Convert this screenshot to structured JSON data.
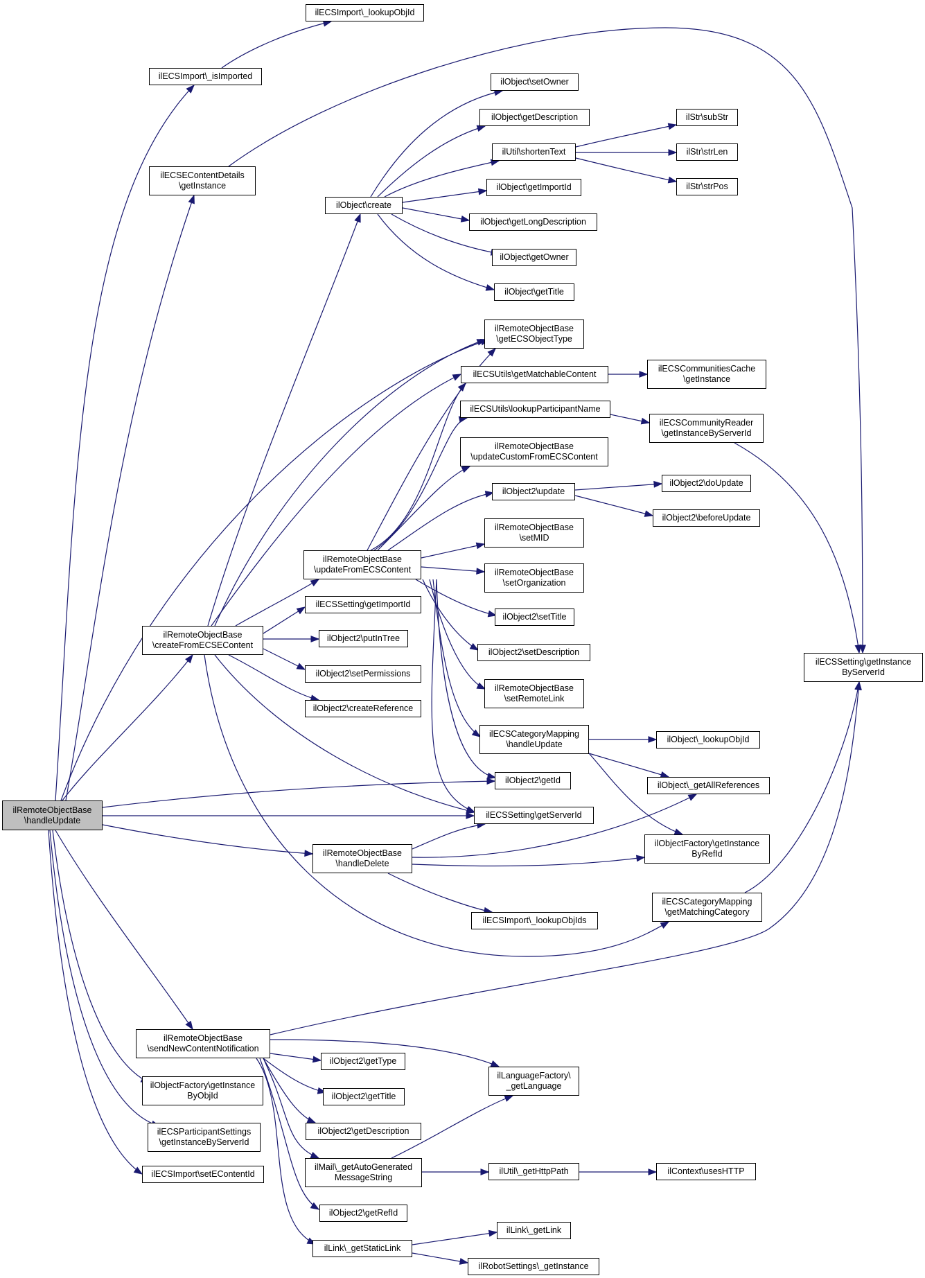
{
  "colors": {
    "edge": "#191970",
    "node_border": "#000000",
    "root_fill": "#bfbfbf",
    "node_fill": "#ffffff"
  },
  "nodes": [
    {
      "id": "root",
      "text": "ilRemoteObjectBase\n\\handleUpdate"
    },
    {
      "id": "lookupObjId_import",
      "text": "ilECSImport\\_lookupObjId"
    },
    {
      "id": "isImported",
      "text": "ilECSImport\\_isImported"
    },
    {
      "id": "contentDetails",
      "text": "ilECSEContentDetails\n\\getInstance"
    },
    {
      "id": "objCreate",
      "text": "ilObject\\create"
    },
    {
      "id": "setOwner",
      "text": "ilObject\\setOwner"
    },
    {
      "id": "getDescription",
      "text": "ilObject\\getDescription"
    },
    {
      "id": "shortenText",
      "text": "ilUtil\\shortenText"
    },
    {
      "id": "subStr",
      "text": "ilStr\\subStr"
    },
    {
      "id": "strLen",
      "text": "ilStr\\strLen"
    },
    {
      "id": "strPos",
      "text": "ilStr\\strPos"
    },
    {
      "id": "getImportId",
      "text": "ilObject\\getImportId"
    },
    {
      "id": "getLongDescription",
      "text": "ilObject\\getLongDescription"
    },
    {
      "id": "getOwner",
      "text": "ilObject\\getOwner"
    },
    {
      "id": "getTitle",
      "text": "ilObject\\getTitle"
    },
    {
      "id": "getECSObjectType",
      "text": "ilRemoteObjectBase\n\\getECSObjectType"
    },
    {
      "id": "getMatchableContent",
      "text": "ilECSUtils\\getMatchableContent"
    },
    {
      "id": "communitiesCache",
      "text": "ilECSCommunitiesCache\n\\getInstance"
    },
    {
      "id": "lookupParticipantName",
      "text": "ilECSUtils\\lookupParticipantName"
    },
    {
      "id": "communityReader",
      "text": "ilECSCommunityReader\n\\getInstanceByServerId"
    },
    {
      "id": "updateCustom",
      "text": "ilRemoteObjectBase\n\\updateCustomFromECSContent"
    },
    {
      "id": "obj2Update",
      "text": "ilObject2\\update"
    },
    {
      "id": "doUpdate",
      "text": "ilObject2\\doUpdate"
    },
    {
      "id": "beforeUpdate",
      "text": "ilObject2\\beforeUpdate"
    },
    {
      "id": "setMID",
      "text": "ilRemoteObjectBase\n\\setMID"
    },
    {
      "id": "updateFromECS",
      "text": "ilRemoteObjectBase\n\\updateFromECSContent"
    },
    {
      "id": "setOrganization",
      "text": "ilRemoteObjectBase\n\\setOrganization"
    },
    {
      "id": "settingImportId",
      "text": "ilECSSetting\\getImportId"
    },
    {
      "id": "setTitle2",
      "text": "ilObject2\\setTitle"
    },
    {
      "id": "createFromECSE",
      "text": "ilRemoteObjectBase\n\\createFromECSEContent"
    },
    {
      "id": "putInTree",
      "text": "ilObject2\\putInTree"
    },
    {
      "id": "setDescription2",
      "text": "ilObject2\\setDescription"
    },
    {
      "id": "setPermissions",
      "text": "ilObject2\\setPermissions"
    },
    {
      "id": "settingGetInstance",
      "text": "ilECSSetting\\getInstance\nByServerId"
    },
    {
      "id": "setRemoteLink",
      "text": "ilRemoteObjectBase\n\\setRemoteLink"
    },
    {
      "id": "createReference",
      "text": "ilObject2\\createReference"
    },
    {
      "id": "catMapHandleUpdate",
      "text": "ilECSCategoryMapping\n\\handleUpdate"
    },
    {
      "id": "obj_lookupObjId",
      "text": "ilObject\\_lookupObjId"
    },
    {
      "id": "obj2GetId",
      "text": "ilObject2\\getId"
    },
    {
      "id": "getAllReferences",
      "text": "ilObject\\_getAllReferences"
    },
    {
      "id": "getServerId",
      "text": "ilECSSetting\\getServerId"
    },
    {
      "id": "handleDelete",
      "text": "ilRemoteObjectBase\n\\handleDelete"
    },
    {
      "id": "factoryByRefId",
      "text": "ilObjectFactory\\getInstance\nByRefId"
    },
    {
      "id": "getMatchingCategory",
      "text": "ilECSCategoryMapping\n\\getMatchingCategory"
    },
    {
      "id": "lookupObjIds",
      "text": "ilECSImport\\_lookupObjIds"
    },
    {
      "id": "sendNotification",
      "text": "ilRemoteObjectBase\n\\sendNewContentNotification"
    },
    {
      "id": "obj2GetType",
      "text": "ilObject2\\getType"
    },
    {
      "id": "factoryByObjId",
      "text": "ilObjectFactory\\getInstance\nByObjId"
    },
    {
      "id": "languageFactory",
      "text": "ilLanguageFactory\\\n_getLanguage"
    },
    {
      "id": "obj2GetTitle",
      "text": "ilObject2\\getTitle"
    },
    {
      "id": "participantSettings",
      "text": "ilECSParticipantSettings\n\\getInstanceByServerId"
    },
    {
      "id": "obj2GetDescription",
      "text": "ilObject2\\getDescription"
    },
    {
      "id": "setEContentId",
      "text": "ilECSImport\\setEContentId"
    },
    {
      "id": "autoGenMsg",
      "text": "ilMail\\_getAutoGenerated\nMessageString"
    },
    {
      "id": "getHttpPath",
      "text": "ilUtil\\_getHttpPath"
    },
    {
      "id": "usesHTTP",
      "text": "ilContext\\usesHTTP"
    },
    {
      "id": "obj2GetRefId",
      "text": "ilObject2\\getRefId"
    },
    {
      "id": "getLink",
      "text": "ilLink\\_getLink"
    },
    {
      "id": "getStaticLink",
      "text": "ilLink\\_getStaticLink"
    },
    {
      "id": "robotSettings",
      "text": "ilRobotSettings\\_getInstance"
    }
  ]
}
